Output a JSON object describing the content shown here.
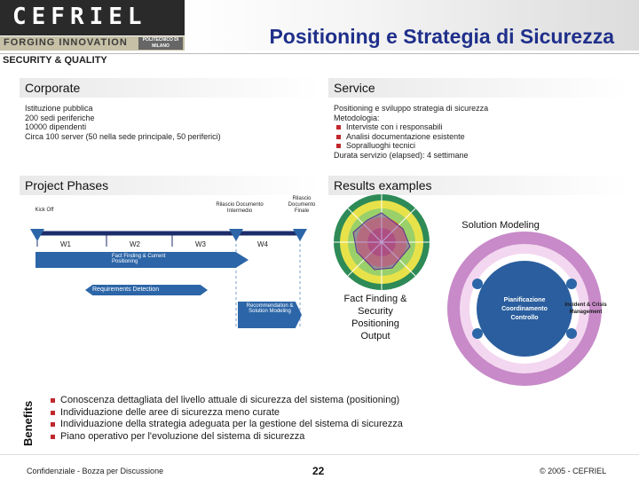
{
  "header": {
    "logo": "CEFRIEL",
    "tagline": "FORGING INNOVATION",
    "partner": "POLITECNICO DI MILANO",
    "title": "Positioning e Strategia di Sicurezza",
    "subheading": "SECURITY & QUALITY"
  },
  "corporate": {
    "heading": "Corporate",
    "lines": [
      "Istituzione pubblica",
      "200 sedi periferiche",
      "10000 dipendenti",
      "Circa 100 server (50 nella sede principale, 50 periferici)"
    ]
  },
  "service": {
    "heading": "Service",
    "intro": "Positioning e sviluppo strategia di sicurezza",
    "method_label": "Metodologia:",
    "bullets": [
      "Interviste con i responsabili",
      "Analisi documentazione esistente",
      "Sopralluoghi tecnici"
    ],
    "duration": "Durata servizio (elapsed): 4 settimane"
  },
  "phases": {
    "heading": "Project Phases",
    "milestones": [
      "Kick Off",
      "Rilascio Documento Intermedio",
      "Rilascio Documento Finale"
    ],
    "weeks": [
      "W1",
      "W2",
      "W3",
      "W4"
    ],
    "tasks": [
      "Fact Finding & Current Positioning",
      "Requirements Detection",
      "Recommendation & Solution Modeling"
    ]
  },
  "results": {
    "heading": "Results examples",
    "solution_modeling": "Solution Modeling",
    "fact_finding_lines": [
      "Fact Finding &",
      "Security",
      "Positioning",
      "Output"
    ],
    "circle_center": [
      "Pianificazione",
      "Coordinamento",
      "Controllo"
    ],
    "incident": [
      "Incident & Crisis",
      "Management"
    ]
  },
  "benefits": {
    "label": "Benefits",
    "items": [
      "Conoscenza dettagliata del livello attuale di sicurezza del sistema (positioning)",
      "Individuazione delle aree di sicurezza meno curate",
      "Individuazione della strategia adeguata per la gestione del sistema di sicurezza",
      "Piano operativo per l'evoluzione del sistema di sicurezza"
    ]
  },
  "footer": {
    "left": "Confidenziale - Bozza per Discussione",
    "page": "22",
    "right": "© 2005 - CEFRIEL"
  },
  "colors": {
    "title_blue": "#1f2f8a",
    "bullet_red": "#c0282d",
    "phase_blue": "#2c66a8",
    "timeline_navy": "#1d2c6b"
  }
}
